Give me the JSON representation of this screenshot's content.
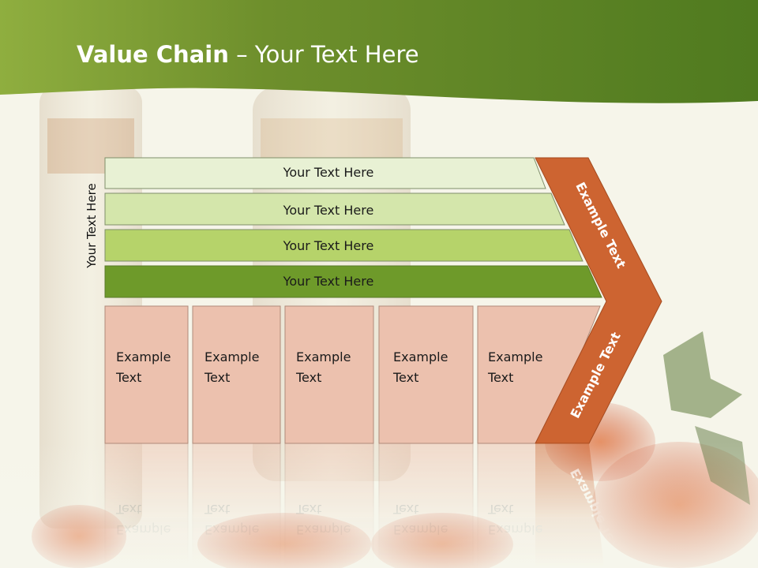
{
  "title": {
    "bold": "Value Chain",
    "rest": " – Your Text Here"
  },
  "side_label": "Your Text Here",
  "bars": [
    {
      "label": "Your Text Here",
      "fill": "#e8f1d4"
    },
    {
      "label": "Your Text Here",
      "fill": "#d4e6ab"
    },
    {
      "label": "Your Text Here",
      "fill": "#b6d36a"
    },
    {
      "label": "Your Text Here",
      "fill": "#6e9a2a"
    }
  ],
  "boxes": [
    {
      "line1": "Example",
      "line2": "Text"
    },
    {
      "line1": "Example",
      "line2": "Text"
    },
    {
      "line1": "Example",
      "line2": "Text"
    },
    {
      "line1": "Example",
      "line2": "Text"
    },
    {
      "line1": "Example",
      "line2": "Text"
    }
  ],
  "chevron": {
    "upper": "Example Text",
    "lower": "Example Text",
    "fill": "#cd6431"
  },
  "colors": {
    "header_dark": "#4f7a1f",
    "header_light": "#8fae3f",
    "box_fill": "#ecc1ae",
    "box_stroke": "#b08a7a"
  }
}
